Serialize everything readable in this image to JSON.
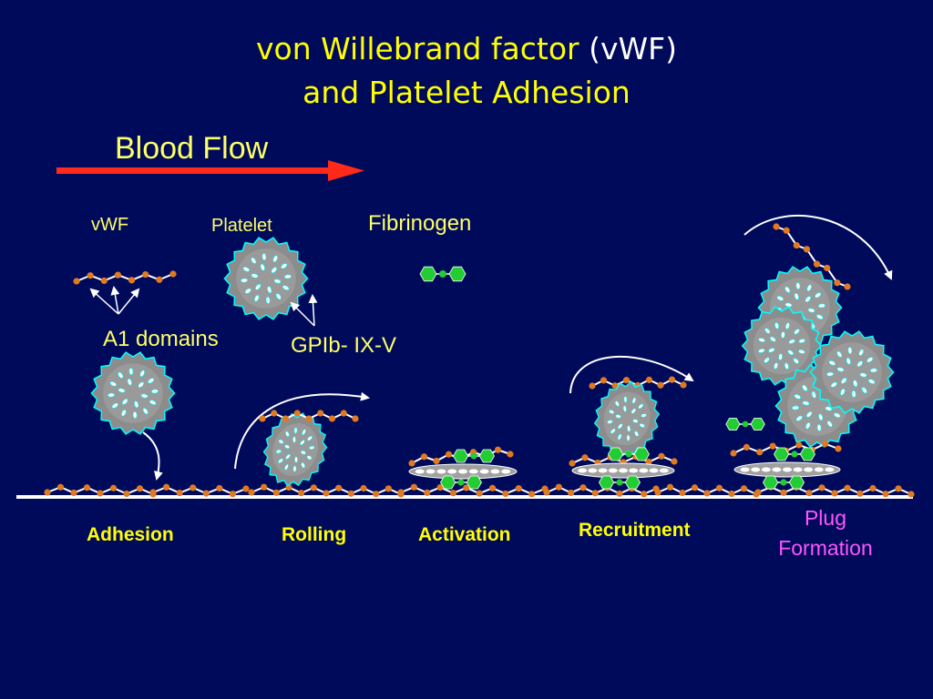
{
  "title": {
    "part1": "von Willebrand factor",
    "part2": " (vWF)",
    "line2": "and Platelet Adhesion"
  },
  "flow": {
    "label": "Blood Flow"
  },
  "legend": {
    "vwf": "vWF",
    "platelet": "Platelet",
    "fibrinogen": "Fibrinogen",
    "a1_domains": "A1 domains",
    "gpib": "GPIb- IX-V"
  },
  "stages": {
    "adhesion": "Adhesion",
    "rolling": "Rolling",
    "activation": "Activation",
    "recruitment": "Recruitment",
    "plug_line1": "Plug",
    "plug_line2": "Formation"
  },
  "colors": {
    "background": "#000a5a",
    "title": "#ffff00",
    "arrow": "#ff2a1a",
    "vwf_dot": "#e07a20",
    "platelet": "#8c8c8c",
    "receptor": "#00ffff",
    "fibrinogen": "#22cc33",
    "plug_text": "#ff55ff"
  }
}
